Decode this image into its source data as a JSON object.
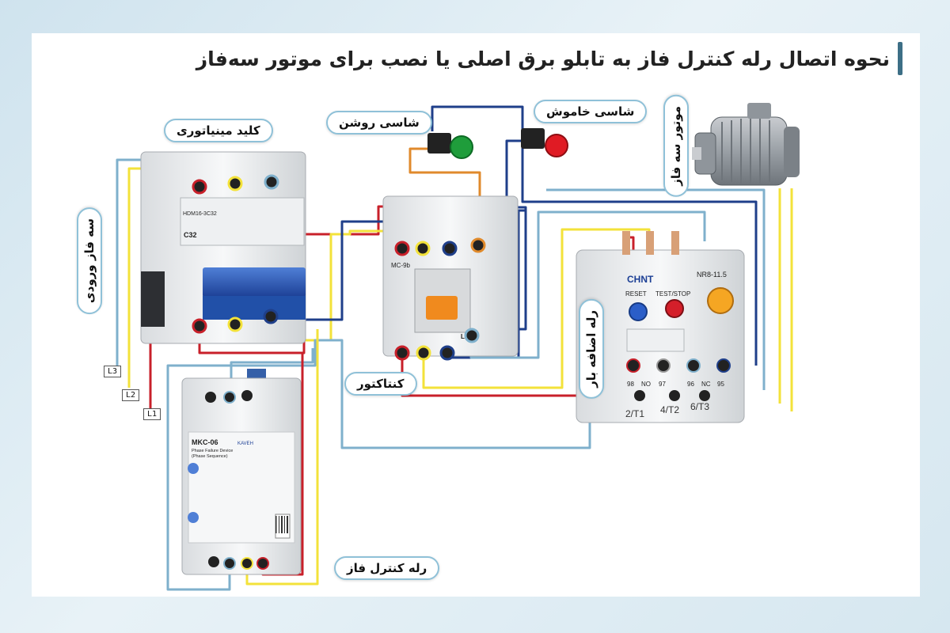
{
  "title": "نحوه اتصال رله کنترل فاز به تابلو برق اصلی یا نصب برای موتور سه‌فاز",
  "labels": {
    "miniature_breaker": "کلید مینیاتوری",
    "on_button": "شاسی روشن",
    "off_button": "شاسی خاموش",
    "three_phase_motor": "موتور سه فاز",
    "three_phase_input": "سه فاز ورودی",
    "contactor": "کنتاکتور",
    "overload_relay": "رله اضافه بار",
    "phase_control_relay": "رله کنترل فاز"
  },
  "phase_tags": [
    "L3",
    "L2",
    "L1"
  ],
  "device_text": {
    "breaker_model": "HDM16-3C32",
    "breaker_rating": "C32",
    "contactor_model": "MC-9b",
    "contactor_brand": "LS",
    "overload_brand": "CHNT",
    "overload_model": "NR8-11.5",
    "overload_reset": "RESET",
    "overload_test": "TEST/STOP",
    "overload_aux_98": "98",
    "overload_aux_no": "NO",
    "overload_aux_97": "97",
    "overload_aux_96": "96",
    "overload_aux_nc": "NC",
    "overload_aux_95": "95",
    "overload_t1": "2/T1",
    "overload_t2": "4/T2",
    "overload_t3": "6/T3",
    "relay_model": "MKC-06",
    "relay_desc1": "Phase Failure Device",
    "relay_desc2": "(Phase Sequence)",
    "relay_brand": "KAVEH"
  },
  "colors": {
    "wire_red": "#c8202a",
    "wire_yellow": "#f3e23a",
    "wire_blue": "#1f3f8a",
    "wire_lightblue": "#7fb0cc",
    "wire_orange": "#e08a2c",
    "label_border": "#8fc1d8",
    "title_accent": "#3d6f86"
  }
}
